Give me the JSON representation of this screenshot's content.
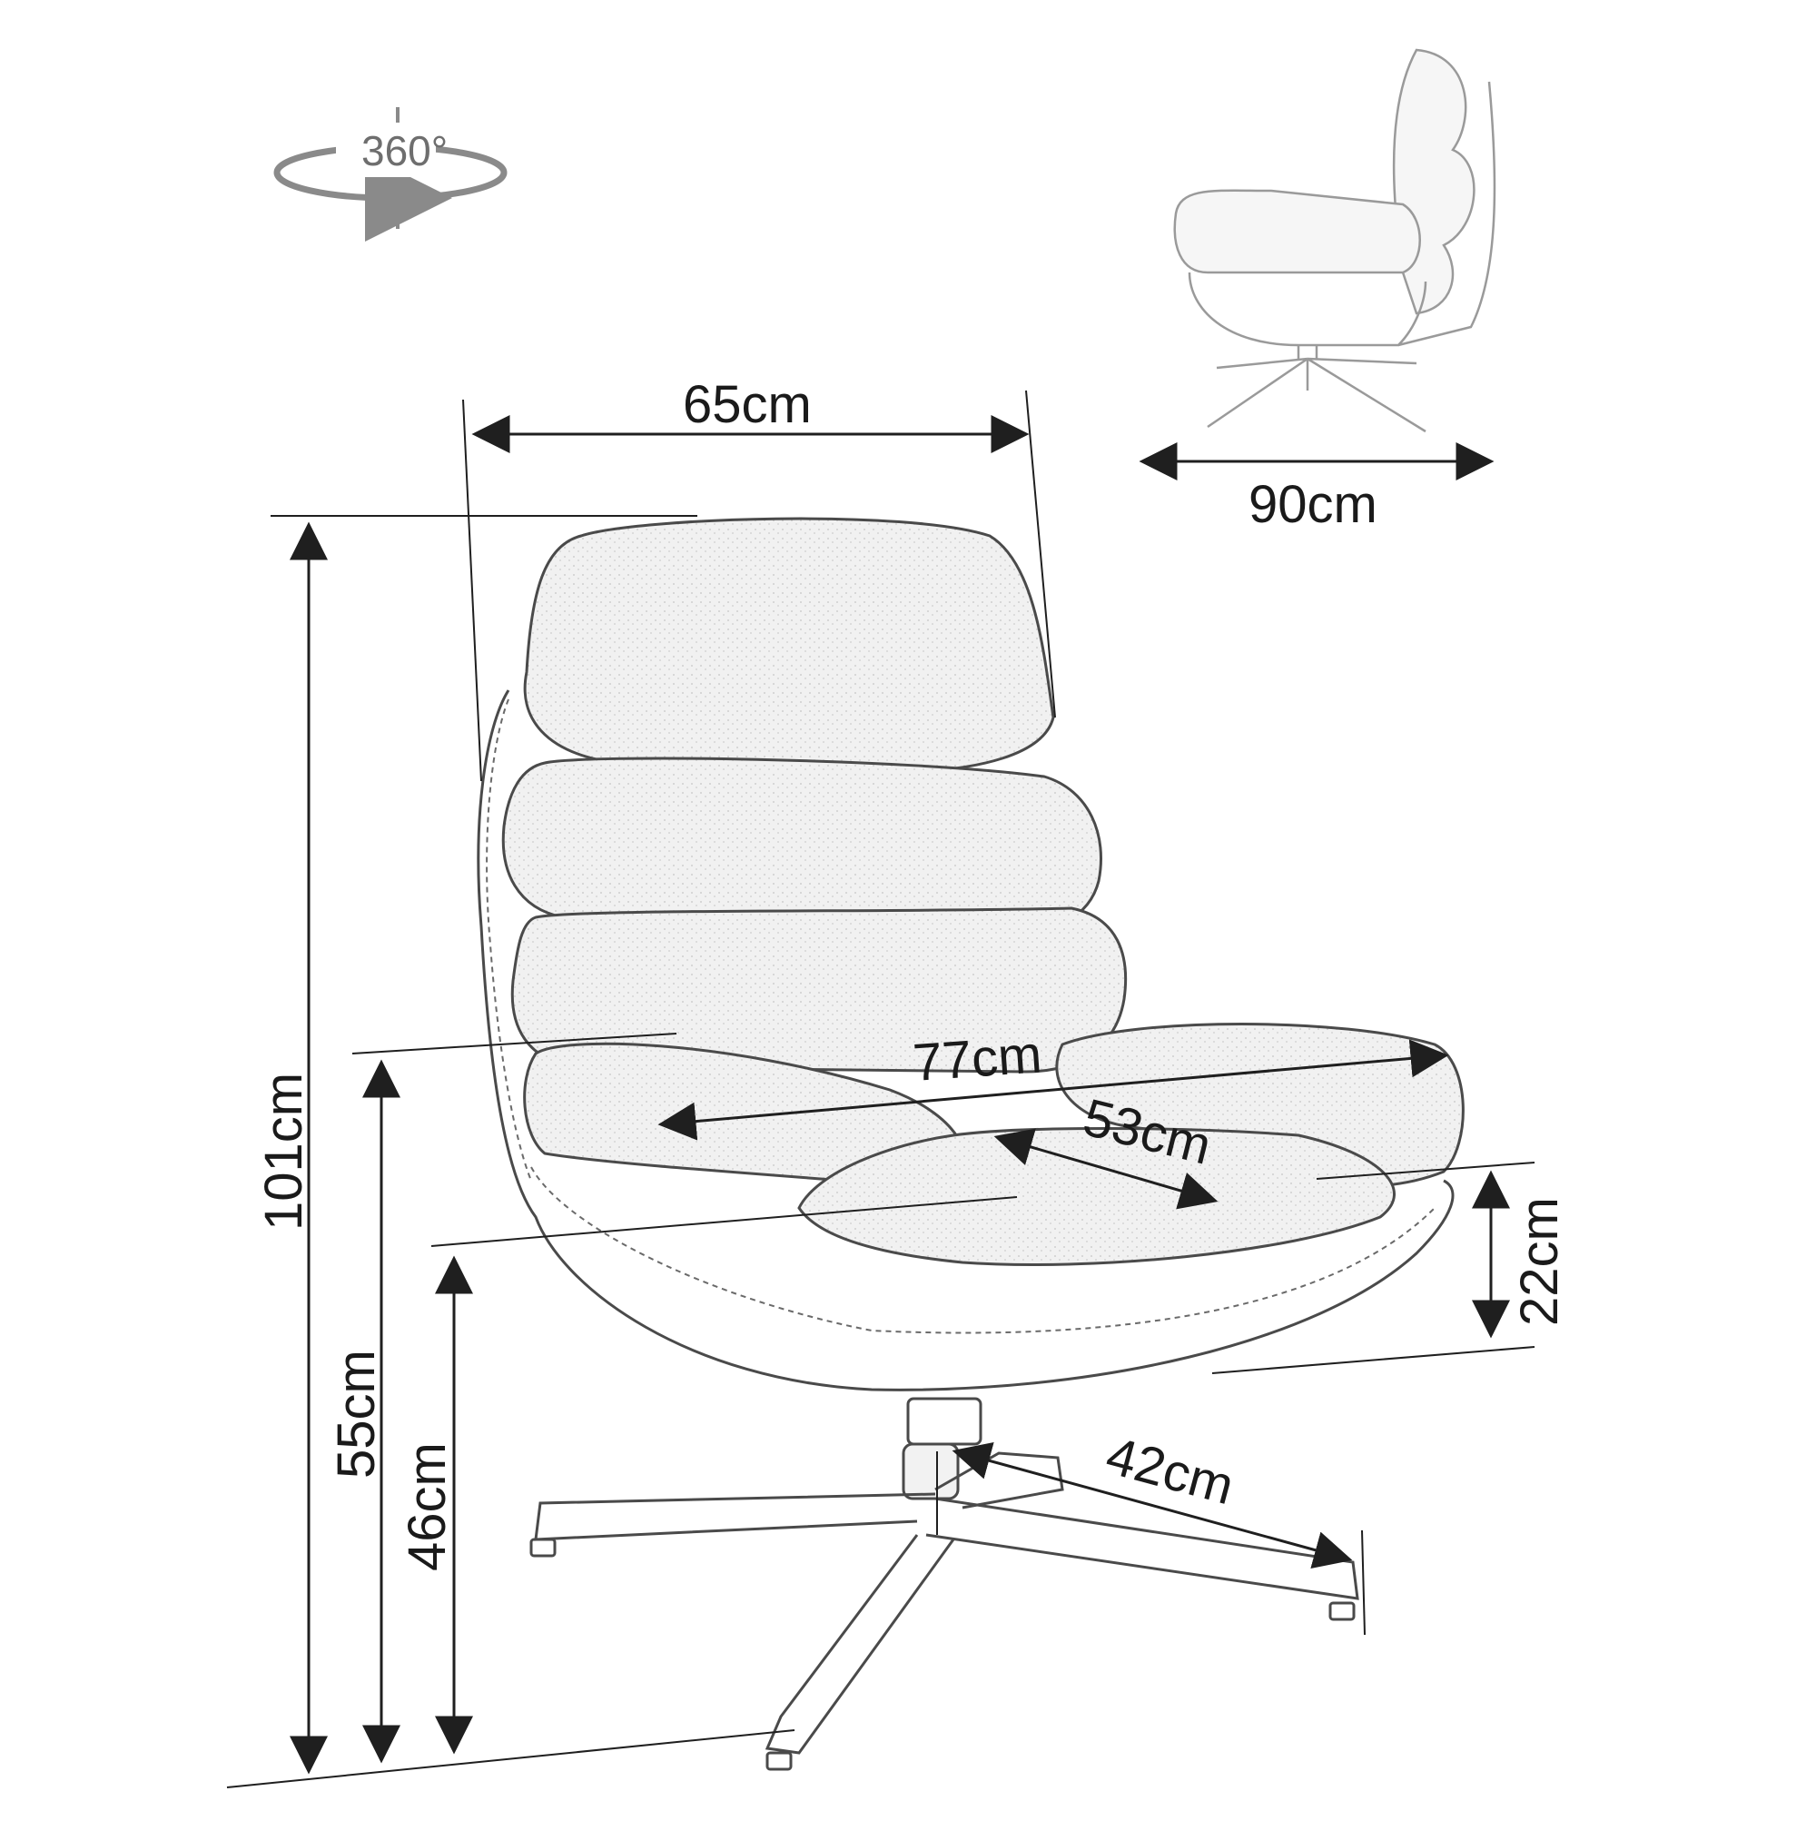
{
  "rotation": {
    "label": "360°",
    "icon": "rotate-360-icon"
  },
  "dimensions": {
    "width": "65cm",
    "depth_side": "90cm",
    "height_total": "101cm",
    "height_armrest": "55cm",
    "height_seat": "46cm",
    "seat_diagonal": "77cm",
    "seat_depth": "53cm",
    "armrest_height": "22cm",
    "base_radius": "42cm"
  },
  "colors": {
    "line": "#1f1f1f",
    "chair": "#4a4a4a",
    "faded": "#9a9a9a"
  }
}
